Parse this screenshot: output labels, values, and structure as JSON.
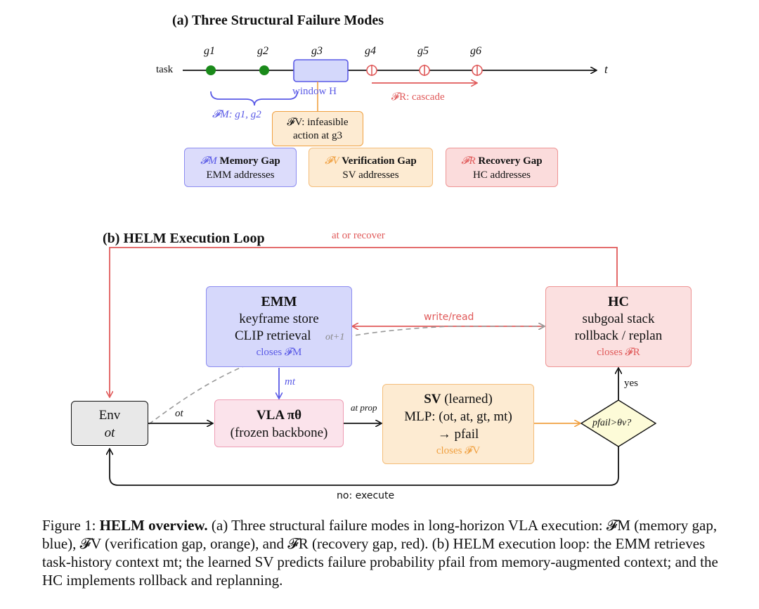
{
  "part_a": {
    "title": "(a) Three Structural Failure Modes",
    "axis_label": "task",
    "time_symbol": "t",
    "goals": [
      "g1",
      "g2",
      "g3",
      "g4",
      "g5",
      "g6"
    ],
    "window_label": "window H",
    "fm_label": "𝓕M: g1, g2",
    "fv_callout_line1": "𝓕V: infeasible",
    "fv_callout_line2": "action at g3",
    "fr_label": "𝓕R: cascade",
    "gaps": [
      {
        "symbol": "𝓕M",
        "name": "Memory Gap",
        "sub": "EMM addresses",
        "color": "#5a5ae6"
      },
      {
        "symbol": "𝓕V",
        "name": "Verification Gap",
        "sub": "SV addresses",
        "color": "#f0a040"
      },
      {
        "symbol": "𝓕R",
        "name": "Recovery Gap",
        "sub": "HC addresses",
        "color": "#e05a5a"
      }
    ]
  },
  "part_b": {
    "title": "(b) HELM Execution Loop",
    "top_arrow_label": "at or recover",
    "emm": {
      "title": "EMM",
      "line1": "keyframe store",
      "line2": "CLIP retrieval",
      "closes": "closes 𝓕M"
    },
    "hc": {
      "title": "HC",
      "line1": "subgoal stack",
      "line2": "rollback / replan",
      "closes": "closes 𝓕R"
    },
    "write_read": "write/read",
    "o_next": "ot+1",
    "mt_label": "mt",
    "env": {
      "line1": "Env",
      "line2": "ot"
    },
    "ot_label": "ot",
    "vla": {
      "line1": "VLA πθ",
      "line2": "(frozen backbone)"
    },
    "prop_label": "at prop",
    "sv": {
      "title": "SV",
      "title_suffix": "(learned)",
      "line1": "MLP: (ot, at, gt, mt)",
      "line2": "→ pfail",
      "closes": "closes 𝓕V"
    },
    "decision": "pfail>θv?",
    "yes": "yes",
    "no": "no: execute"
  },
  "caption": {
    "prefix": "Figure 1: ",
    "bold": "HELM overview.",
    "text": " (a) Three structural failure modes in long-horizon VLA execution: 𝓕M (memory gap, blue), 𝓕V (verification gap, orange), and 𝓕R (recovery gap, red). (b) HELM execution loop: the EMM retrieves task-history context mt; the learned SV predicts failure probability pfail from memory-augmented context; and the HC implements rollback and replanning."
  },
  "colors": {
    "blue": "#5a5ae6",
    "orange": "#f0a040",
    "red": "#e05a5a",
    "green": "#1a8a1a",
    "gray": "#999999"
  }
}
